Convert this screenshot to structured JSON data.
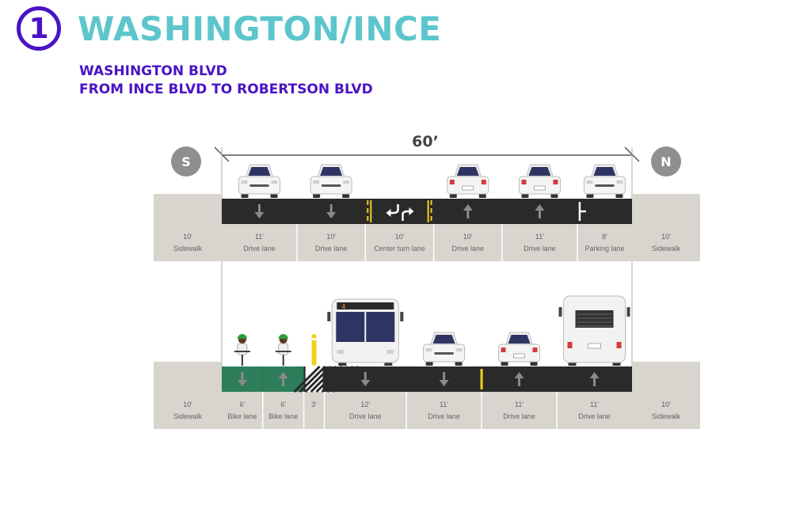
{
  "header": {
    "number": "1",
    "title": "WASHINGTON/INCE",
    "subtitle_line1": "WASHINGTON BLVD",
    "subtitle_line2": "FROM INCE BLVD TO ROBERTSON BLVD"
  },
  "width_label": "60’",
  "directions": {
    "south": "S",
    "north": "N"
  },
  "colors": {
    "title": "#5cc6cc",
    "accent": "#4a14c4",
    "road": "#2a2a2a",
    "sidewalk": "#d8d4ce",
    "bike_lane": "#2e7d5b",
    "marking_yellow": "#f2d21b",
    "marking_white": "#ffffff"
  },
  "existing": {
    "sidewalk_left": {
      "width": "10'",
      "type": "Sidewalk"
    },
    "sidewalk_right": {
      "width": "10'",
      "type": "Sidewalk"
    },
    "lanes": [
      {
        "width": "11'",
        "type": "Drive lane",
        "arrow": "down",
        "vehicle": "car"
      },
      {
        "width": "10'",
        "type": "Drive lane",
        "arrow": "down",
        "vehicle": "car"
      },
      {
        "width": "10'",
        "type": "Center turn lane",
        "arrow": "turn",
        "vehicle": ""
      },
      {
        "width": "10'",
        "type": "Drive lane",
        "arrow": "up",
        "vehicle": "car"
      },
      {
        "width": "11'",
        "type": "Drive lane",
        "arrow": "up",
        "vehicle": "car"
      },
      {
        "width": "8'",
        "type": "Parking lane",
        "arrow": "",
        "vehicle": "car"
      }
    ]
  },
  "proposed": {
    "sidewalk_left": {
      "width": "10'",
      "type": "Sidewalk"
    },
    "sidewalk_right": {
      "width": "10'",
      "type": "Sidewalk"
    },
    "lanes": [
      {
        "width": "6'",
        "type": "Bike lane",
        "arrow": "down",
        "vehicle": "bike"
      },
      {
        "width": "6'",
        "type": "Bike lane",
        "arrow": "up",
        "vehicle": "bike"
      },
      {
        "width": "3'",
        "type": "",
        "arrow": "",
        "vehicle": "post"
      },
      {
        "width": "12'",
        "type": "Drive lane",
        "arrow": "down",
        "vehicle": "bus-front"
      },
      {
        "width": "11'",
        "type": "Drive lane",
        "arrow": "down",
        "vehicle": "car"
      },
      {
        "width": "11'",
        "type": "Drive lane",
        "arrow": "up",
        "vehicle": "car"
      },
      {
        "width": "11'",
        "type": "Drive lane",
        "arrow": "up",
        "vehicle": "bus-rear"
      }
    ]
  },
  "bus_route_number": "4"
}
